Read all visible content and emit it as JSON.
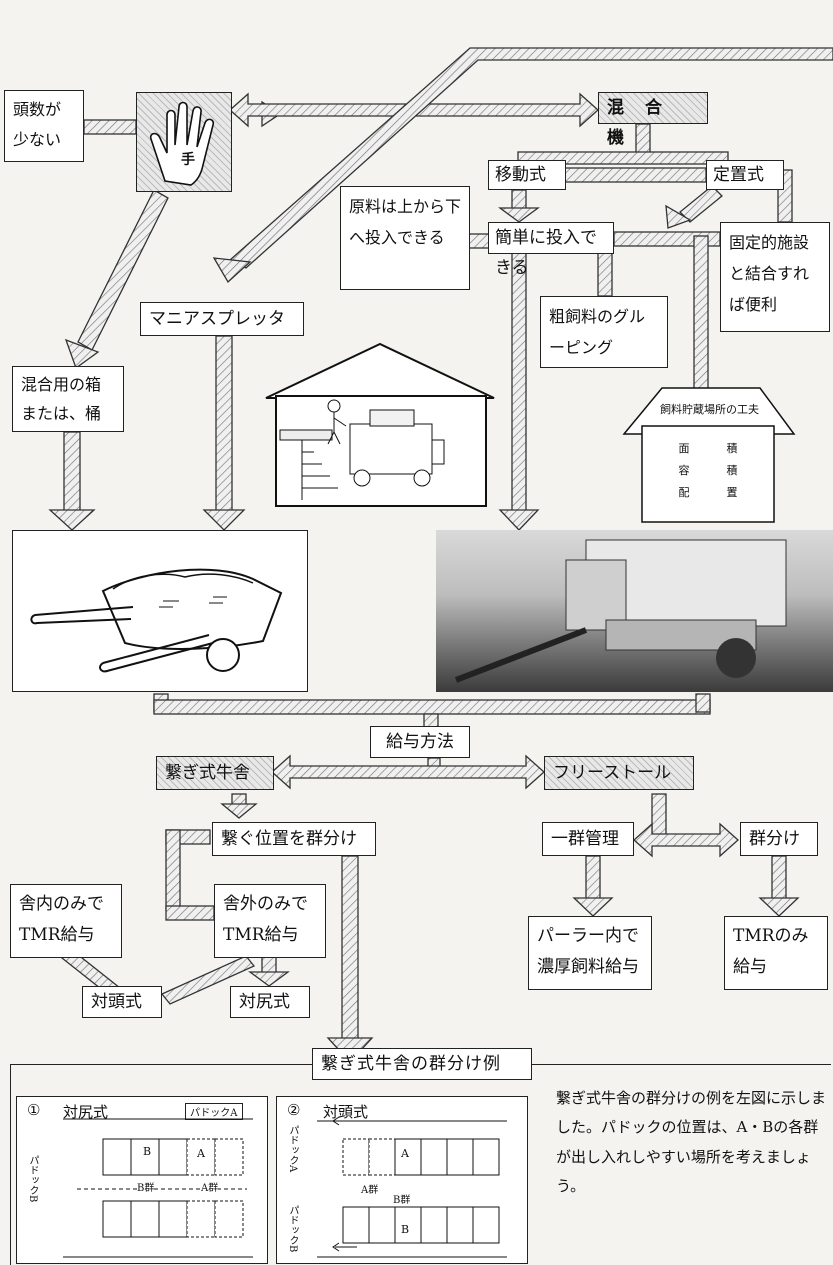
{
  "nodes": {
    "few_head": "頭数が少ない",
    "hand": "手",
    "mixer": "混　合　機",
    "mobile": "移動式",
    "fixed": "定置式",
    "top_down": "原料は上から下へ投入できる",
    "easy_input": "簡単に投入できる",
    "fixed_facility": "固定的施設と結合すれば便利",
    "manure_spreader": "マニアスプレッタ",
    "roughage_group": "粗飼料のグルーピング",
    "mix_box": "混合用の箱または、桶",
    "storage_title": "飼料貯蔵場所の工夫",
    "storage_items": [
      "面",
      "積",
      "容",
      "積",
      "配",
      "置"
    ],
    "feeding_method": "給与方法",
    "tie_stall": "繋ぎ式牛舎",
    "free_stall": "フリーストール",
    "group_position": "繋ぐ位置を群分け",
    "single_group": "一群管理",
    "grouping": "群分け",
    "indoor_only": "舎内のみでTMR給与",
    "outdoor_only": "舎外のみでTMR給与",
    "face_to_face_a": "対頭式",
    "tail_to_tail_a": "対尻式",
    "parlor": "パーラー内で濃厚飼料給与",
    "tmr_only": "TMRのみ給与",
    "example_title": "繋ぎ式牛舎の群分け例"
  },
  "example": {
    "panel1_no": "①",
    "panel1_title": "対尻式",
    "panel2_no": "②",
    "panel2_title": "対頭式",
    "paddock_a": "パドックA",
    "paddock_b": "パドックB",
    "label_a": "A",
    "label_b": "B",
    "group_a": "A群",
    "group_b": "B群",
    "note": "繋ぎ式牛舎の群分けの例を左図に示しました。パドックの位置は、A・Bの各群が出し入れしやすい場所を考えましょう。"
  }
}
